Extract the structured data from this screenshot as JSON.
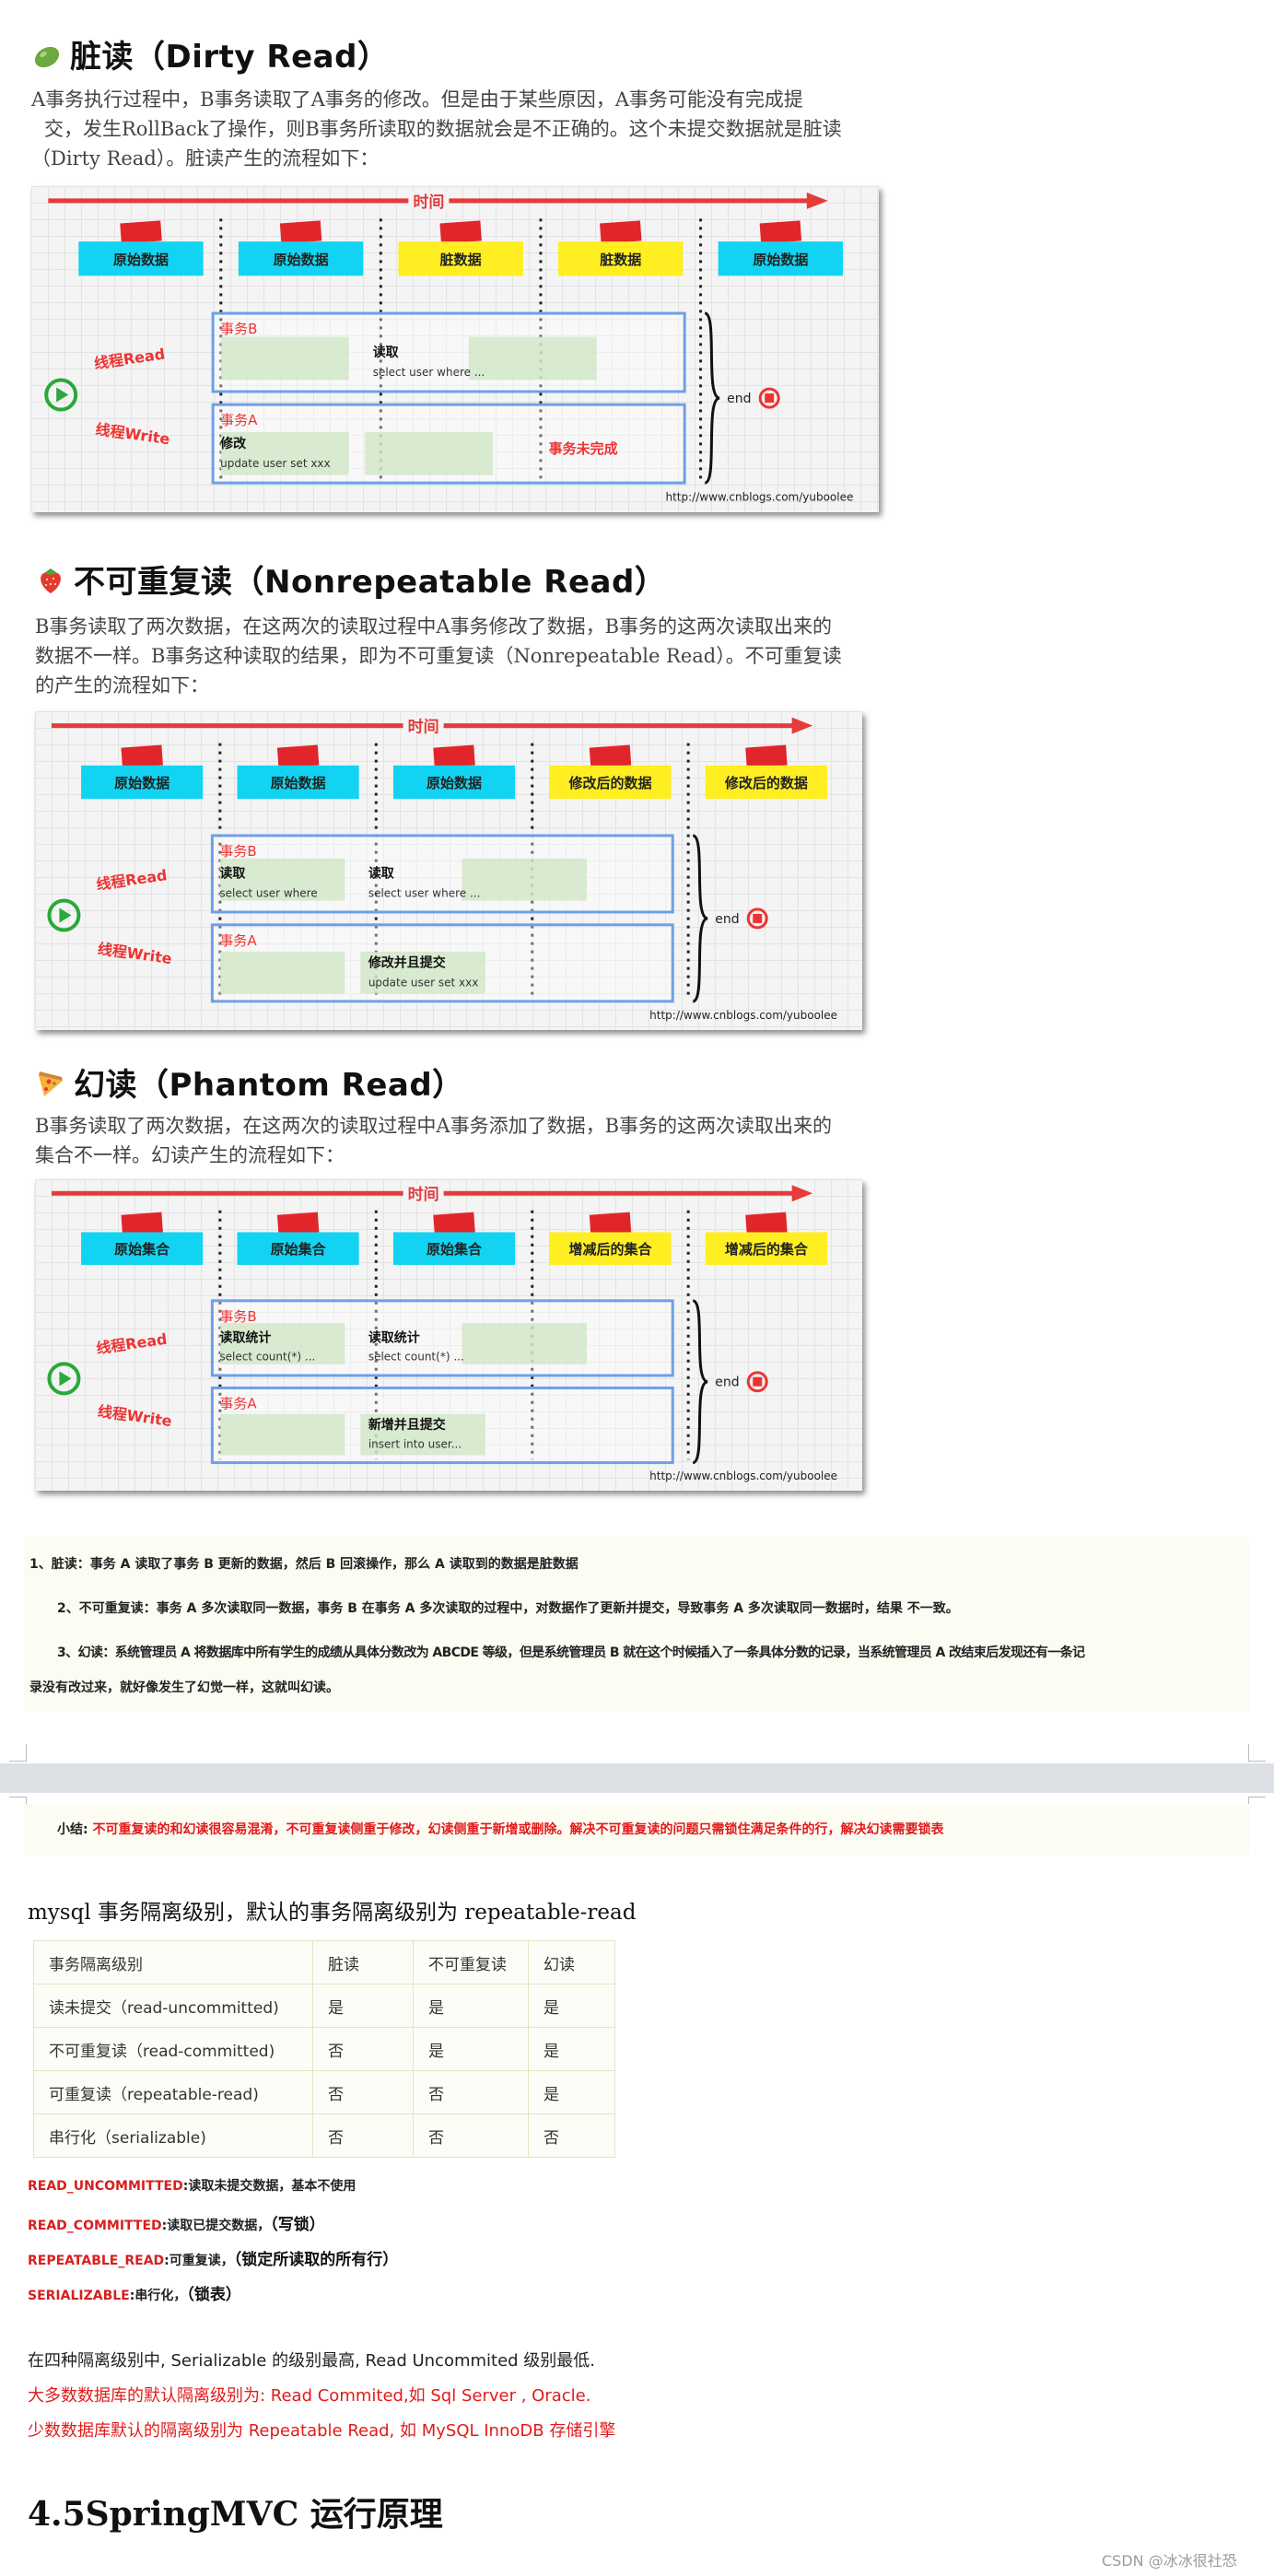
{
  "sections": [
    {
      "title": "脏读（Dirty Read）",
      "icon": "bean-icon",
      "lines": [
        "A事务执行过程中，B事务读取了A事务的修改。但是由于某些原因，A事务可能没有完成提",
        "交，发生RollBack了操作，则B事务所读取的数据就会是不正确的。这个未提交数据就是脏读",
        "（Dirty Read）。脏读产生的流程如下："
      ],
      "diagram": {
        "time_label": "时间",
        "stages": [
          "原始数据",
          "原始数据",
          "脏数据",
          "脏数据",
          "原始数据"
        ],
        "thread_read": "线程Read",
        "thread_write": "线程Write",
        "txB_label": "事务B",
        "txB_op1_title": "",
        "txB_op1_sub": "",
        "txB_op2_title": "读取",
        "txB_op2_sub": "select user where ...",
        "txA_label": "事务A",
        "txA_op_title": "修改",
        "txA_op_sub": "update user set xxx",
        "txA_extra": "事务未完成",
        "end_label": "end",
        "url": "http://www.cnblogs.com/yuboolee"
      }
    },
    {
      "title": "不可重复读（Nonrepeatable Read）",
      "icon": "strawberry-icon",
      "lines": [
        "B事务读取了两次数据，在这两次的读取过程中A事务修改了数据，B事务的这两次读取出来的",
        "数据不一样。B事务这种读取的结果，即为不可重复读（Nonrepeatable Read）。不可重复读",
        "的产生的流程如下："
      ],
      "diagram": {
        "time_label": "时间",
        "stages": [
          "原始数据",
          "原始数据",
          "原始数据",
          "修改后的数据",
          "修改后的数据"
        ],
        "thread_read": "线程Read",
        "thread_write": "线程Write",
        "txB_label": "事务B",
        "txB_op1_title": "读取",
        "txB_op1_sub": "select user where",
        "txB_op2_title": "读取",
        "txB_op2_sub": "select user where ...",
        "txA_label": "事务A",
        "txA_op_title": "修改并且提交",
        "txA_op_sub": "update user set xxx",
        "txA_extra": "",
        "end_label": "end",
        "url": "http://www.cnblogs.com/yuboolee"
      }
    },
    {
      "title": "幻读（Phantom Read）",
      "icon": "pizza-icon",
      "lines": [
        "B事务读取了两次数据，在这两次的读取过程中A事务添加了数据，B事务的这两次读取出来的",
        "集合不一样。幻读产生的流程如下："
      ],
      "diagram": {
        "time_label": "时间",
        "stages": [
          "原始集合",
          "原始集合",
          "原始集合",
          "增减后的集合",
          "增减后的集合"
        ],
        "thread_read": "线程Read",
        "thread_write": "线程Write",
        "txB_label": "事务B",
        "txB_op1_title": "读取统计",
        "txB_op1_sub": "select count(*) ...",
        "txB_op2_title": "读取统计",
        "txB_op2_sub": "select count(*) ...",
        "txA_label": "事务A",
        "txA_op_title": "新增并且提交",
        "txA_op_sub": "insert into user...",
        "txA_extra": "",
        "end_label": "end",
        "url": "http://www.cnblogs.com/yuboolee"
      }
    }
  ],
  "notes": [
    "1、脏读：事务 A 读取了事务 B 更新的数据，然后 B 回滚操作，那么 A 读取到的数据是脏数据",
    "2、不可重复读：事务 A 多次读取同一数据，事务 B 在事务 A 多次读取的过程中，对数据作了更新并提交，导致事务 A 多次读取同一数据时，结果 不一致。",
    "3、幻读：系统管理员 A 将数据库中所有学生的成绩从具体分数改为 ABCDE 等级，但是系统管理员 B 就在这个时候插入了一条具体分数的记录，当系统管理员 A 改结束后发现还有一条记",
    "录没有改过来，就好像发生了幻觉一样，这就叫幻读。"
  ],
  "summary": {
    "label": "小结:",
    "text": "不可重复读的和幻读很容易混淆，不可重复读侧重于修改，幻读侧重于新增或删除。解决不可重复读的问题只需锁住满足条件的行，解决幻读需要锁表"
  },
  "mysql_heading": "mysql 事务隔离级别，默认的事务隔离级别为 repeatable-read",
  "table": {
    "header": [
      "事务隔离级别",
      "脏读",
      "不可重复读",
      "幻读"
    ],
    "rows": [
      [
        "读未提交（read-uncommitted)",
        "是",
        "是",
        "是"
      ],
      [
        "不可重复读（read-committed)",
        "否",
        "是",
        "是"
      ],
      [
        "可重复读（repeatable-read)",
        "否",
        "否",
        "是"
      ],
      [
        "串行化（serializable)",
        "否",
        "否",
        "否"
      ]
    ]
  },
  "levels": [
    {
      "key": "READ_UNCOMMITTED",
      "desc": ":读取未提交数据，基本不使用",
      "extra": ""
    },
    {
      "key": "READ_COMMITTED",
      "desc": ":读取已提交数据，",
      "extra": "（写锁）"
    },
    {
      "key": "REPEATABLE_READ",
      "desc": ":可重复读，",
      "extra": "（锁定所读取的所有行）"
    },
    {
      "key": "SERIALIZABLE",
      "desc": ":串行化，",
      "extra": "（锁表）"
    }
  ],
  "closing": [
    "在四种隔离级别中, Serializable 的级别最高, Read Uncommited 级别最低.",
    "大多数数据库的默认隔离级别为: Read Commited,如 Sql Server , Oracle.",
    "少数数据库默认的隔离级别为 Repeatable Read, 如 MySQL InnoDB 存储引擎"
  ],
  "next_heading": "4.5SpringMVC 运行原理",
  "watermark": "CSDN @冰冰很社恐",
  "colors": {
    "cyan_box": "#12d4f2",
    "yellow_box": "#ffee22",
    "red_tag": "#e0262a",
    "time_arrow": "#e53b3b",
    "tx_border": "#6fa0e8",
    "green_play": "#2aa83a",
    "red_text": "#e21a1a"
  }
}
